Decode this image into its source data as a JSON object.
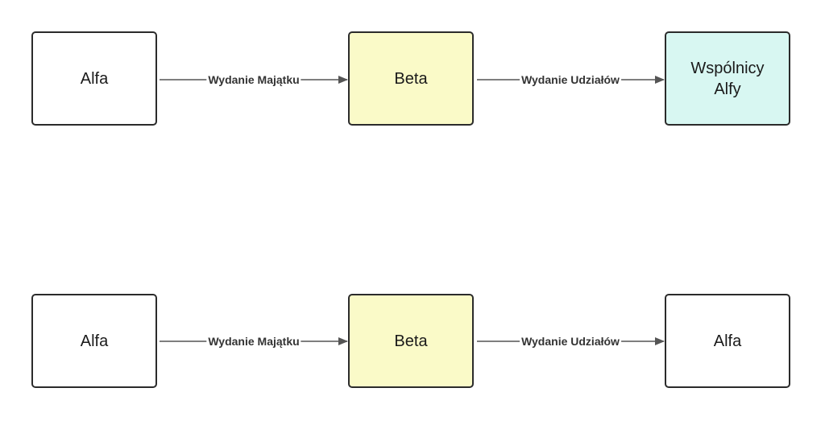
{
  "rows": [
    {
      "nodes": [
        {
          "label": "Alfa",
          "fill": "#ffffff"
        },
        {
          "label": "Beta",
          "fill": "#fafac8"
        },
        {
          "label": "Wspólnicy\nAlfy",
          "fill": "#d8f7f2"
        }
      ],
      "edges": [
        {
          "label": "Wydanie Majątku"
        },
        {
          "label": "Wydanie Udziałów"
        }
      ]
    },
    {
      "nodes": [
        {
          "label": "Alfa",
          "fill": "#ffffff"
        },
        {
          "label": "Beta",
          "fill": "#fafac8"
        },
        {
          "label": "Alfa",
          "fill": "#ffffff"
        }
      ],
      "edges": [
        {
          "label": "Wydanie Majątku"
        },
        {
          "label": "Wydanie Udziałów"
        }
      ]
    }
  ],
  "colors": {
    "border": "#2b2b2b",
    "arrow": "#555555",
    "label_text": "#333333"
  }
}
